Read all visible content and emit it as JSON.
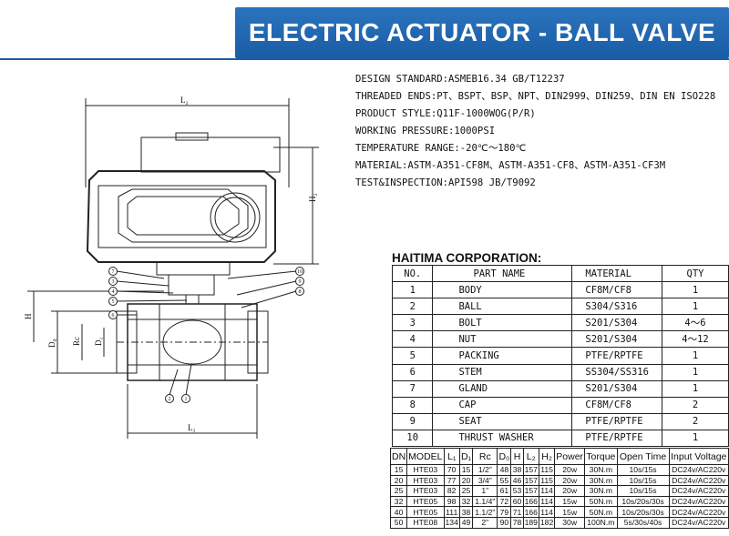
{
  "header": {
    "title": "ELECTRIC ACTUATOR - BALL VALVE"
  },
  "specs": [
    "DESIGN STANDARD:ASMEB16.34  GB/T12237",
    "THREADED ENDS:PT、BSPT、BSP、NPT、DIN2999、DIN259、DIN EN ISO228",
    "PRODUCT STYLE:Q11F-1000WOG(P/R)",
    "WORKING PRESSURE:1000PSI",
    "TEMPERATURE RANGE:-20℃～180℃",
    "MATERIAL:ASTM-A351-CF8M、ASTM-A351-CF8、ASTM-A351-CF3M",
    "TEST&INSPECTION:API598    JB/T9092"
  ],
  "company": "HAITIMA CORPORATION:",
  "parts_table": {
    "headers": [
      "NO.",
      "PART NAME",
      "MATERIAL",
      "QTY"
    ],
    "rows": [
      [
        "1",
        "BODY",
        "CF8M/CF8",
        "1"
      ],
      [
        "2",
        "BALL",
        "S304/S316",
        "1"
      ],
      [
        "3",
        "BOLT",
        "S201/S304",
        "4～6"
      ],
      [
        "4",
        "NUT",
        "S201/S304",
        "4～12"
      ],
      [
        "5",
        "PACKING",
        "PTFE/RPTFE",
        "1"
      ],
      [
        "6",
        "STEM",
        "SS304/SS316",
        "1"
      ],
      [
        "7",
        "GLAND",
        "S201/S304",
        "1"
      ],
      [
        "8",
        "CAP",
        "CF8M/CF8",
        "2"
      ],
      [
        "9",
        "SEAT",
        "PTFE/RPTFE",
        "2"
      ],
      [
        "10",
        "THRUST WASHER",
        "PTFE/RPTFE",
        "1"
      ]
    ]
  },
  "model_table": {
    "headers": [
      "DN",
      "MODEL",
      "L₁",
      "D₁",
      "Rc",
      "D₀",
      "H",
      "L₂",
      "H₂",
      "Power",
      "Torque",
      "Open Time",
      "Input Voltage"
    ],
    "rows": [
      [
        "15",
        "HTE03",
        "70",
        "15",
        "1/2\"",
        "48",
        "38",
        "157",
        "115",
        "20w",
        "30N.m",
        "10s/15s",
        "DC24v/AC220v"
      ],
      [
        "20",
        "HTE03",
        "77",
        "20",
        "3/4\"",
        "55",
        "46",
        "157",
        "115",
        "20w",
        "30N.m",
        "10s/15s",
        "DC24v/AC220v"
      ],
      [
        "25",
        "HTE03",
        "82",
        "25",
        "1\"",
        "61",
        "53",
        "157",
        "114",
        "20w",
        "30N.m",
        "10s/15s",
        "DC24v/AC220v"
      ],
      [
        "32",
        "HTE05",
        "98",
        "32",
        "1.1/4\"",
        "72",
        "60",
        "166",
        "114",
        "15w",
        "50N.m",
        "10s/20s/30s",
        "DC24v/AC220v"
      ],
      [
        "40",
        "HTE05",
        "111",
        "38",
        "1.1/2\"",
        "79",
        "71",
        "166",
        "114",
        "15w",
        "50N.m",
        "10s/20s/30s",
        "DC24v/AC220v"
      ],
      [
        "50",
        "HTE08",
        "134",
        "49",
        "2\"",
        "90",
        "78",
        "189",
        "182",
        "30w",
        "100N.m",
        "5s/30s/40s",
        "DC24v/AC220v"
      ]
    ]
  },
  "drawing": {
    "labels": {
      "l2": "L₂",
      "h2": "H₂",
      "h": "H",
      "d0": "D₀",
      "rc": "Rc",
      "d1": "D₁",
      "l1": "L₁"
    },
    "callouts": [
      "1",
      "2",
      "3",
      "4",
      "5",
      "6",
      "7",
      "8",
      "9",
      "10"
    ]
  }
}
